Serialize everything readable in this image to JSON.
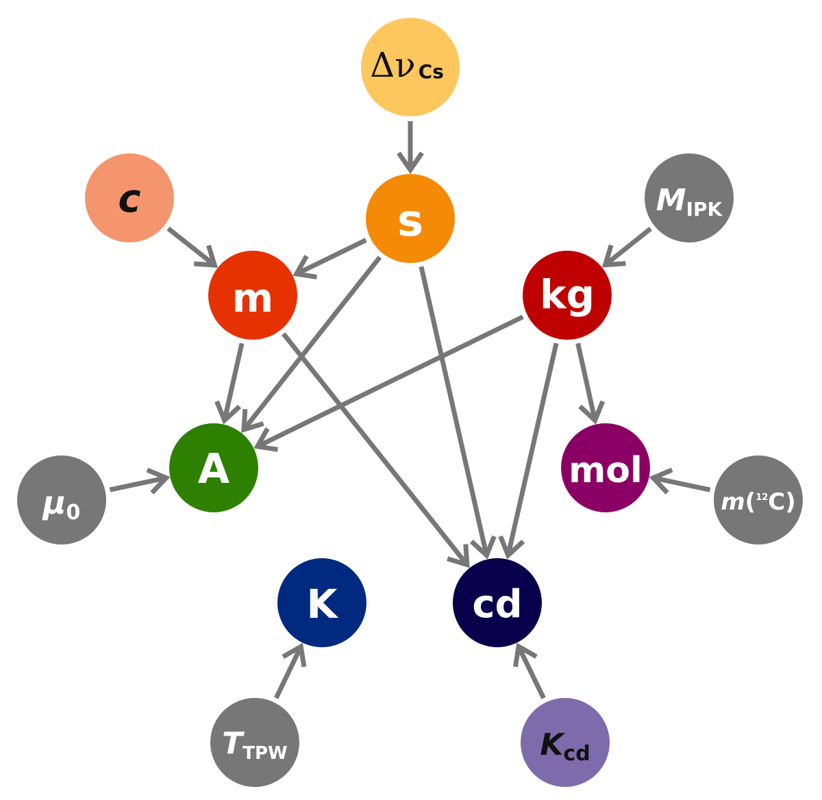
{
  "colors": {
    "edge": "#777777",
    "constant_gray": "#777777",
    "s": "#F58A07",
    "m": "#E63200",
    "kg": "#BF0000",
    "A": "#2E8000",
    "mol": "#8B0064",
    "cd": "#08004A",
    "K": "#002A80",
    "dnu": "#FDC75E",
    "c": "#F4956D",
    "Kcd": "#7D6BAB"
  },
  "units": {
    "s": "s",
    "m": "m",
    "kg": "kg",
    "A": "A",
    "mol": "mol",
    "cd": "cd",
    "K": "K"
  },
  "constants": {
    "dnu": {
      "main": "Δν",
      "sub": "Cs"
    },
    "c": {
      "main": "c",
      "sub": ""
    },
    "mipk": {
      "main": "M",
      "sub": "IPK"
    },
    "mu0": {
      "main": "μ",
      "sub": "0"
    },
    "mc12": {
      "main": "m",
      "open": "(",
      "sup": "12",
      "rest": "C)"
    },
    "ttpw": {
      "main": "T",
      "sub": "TPW"
    },
    "kcd": {
      "main": "K",
      "sub": "cd"
    }
  },
  "edges": [
    {
      "from": "dnu",
      "to": "s"
    },
    {
      "from": "c",
      "to": "m"
    },
    {
      "from": "s",
      "to": "m"
    },
    {
      "from": "mipk",
      "to": "kg"
    },
    {
      "from": "s",
      "to": "A"
    },
    {
      "from": "m",
      "to": "A"
    },
    {
      "from": "kg",
      "to": "A"
    },
    {
      "from": "s",
      "to": "cd"
    },
    {
      "from": "m",
      "to": "cd"
    },
    {
      "from": "kg",
      "to": "cd"
    },
    {
      "from": "kg",
      "to": "mol"
    },
    {
      "from": "mu0",
      "to": "A"
    },
    {
      "from": "mc12",
      "to": "mol"
    },
    {
      "from": "ttpw",
      "to": "K"
    },
    {
      "from": "kcd",
      "to": "cd"
    }
  ]
}
